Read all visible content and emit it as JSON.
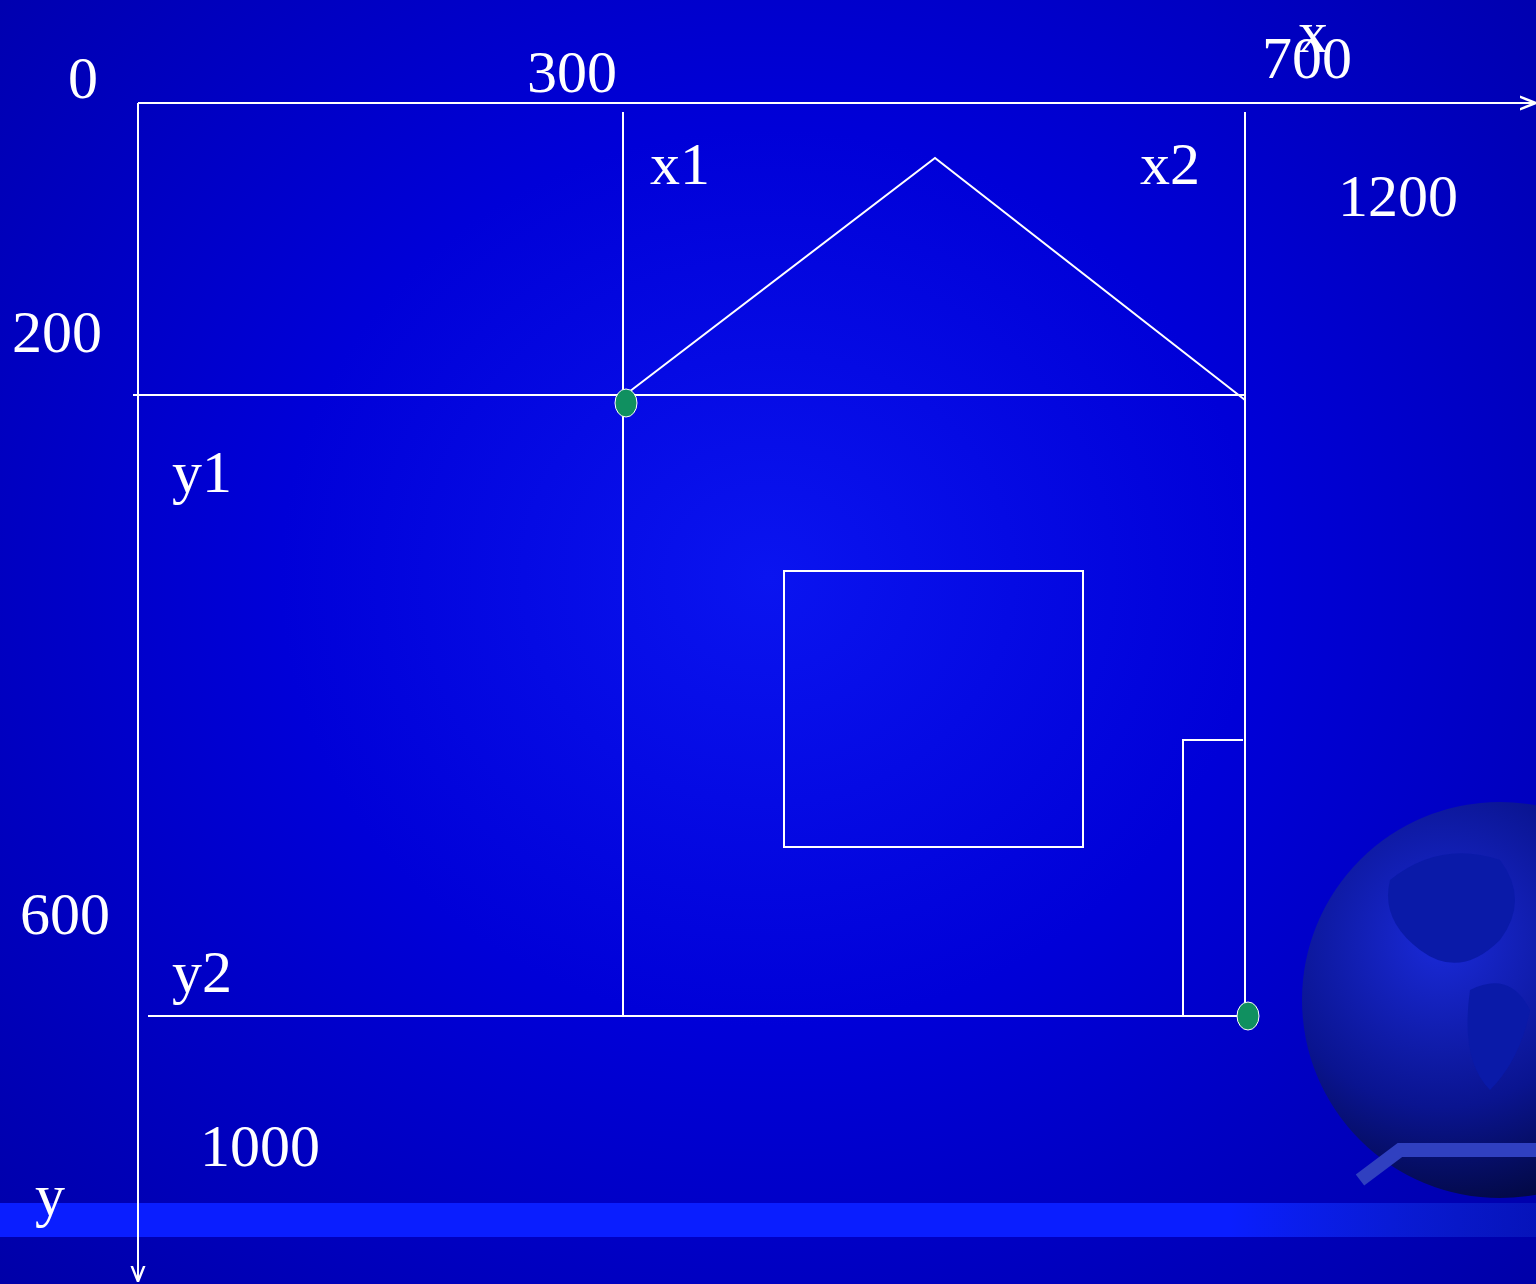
{
  "diagram": {
    "labels": [
      "0",
      "300",
      "x",
      "700",
      "x1",
      "x2",
      "1200",
      "200",
      "y1",
      "600",
      "y2",
      "1000",
      "y"
    ]
  }
}
